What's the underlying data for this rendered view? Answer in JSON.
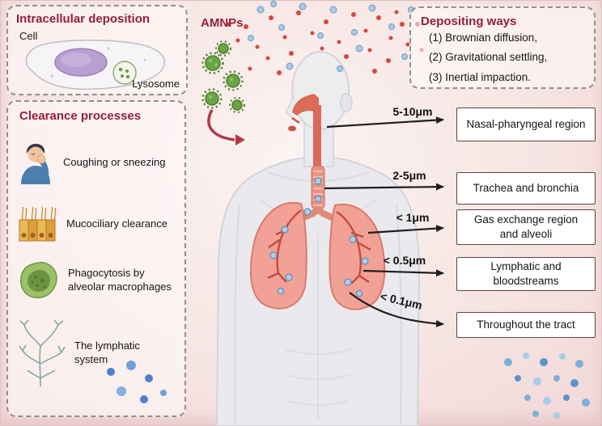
{
  "colors": {
    "heading_red": "#94203a",
    "region_box_border": "#5f4444",
    "arrow_black": "#1f1f1f",
    "lung_pink": "#f2a196",
    "particle_red": "#d4493e",
    "particle_blue": "#a9c9e6",
    "virus_green": "#6aa544",
    "background_pink": "#f7e7e5"
  },
  "intracellular_box": {
    "title": "Intracellular deposition",
    "cell_label": "Cell",
    "lysosome_label": "Lysosome"
  },
  "amnps": {
    "label": "AMNPs"
  },
  "depositing_box": {
    "title": "Depositing ways",
    "items": [
      "(1) Brownian diffusion,",
      "(2) Gravitational settling,",
      "(3) Inertial impaction."
    ]
  },
  "clearance_box": {
    "title": "Clearance processes",
    "items": [
      {
        "icon": "coughing-person-icon",
        "label": "Coughing or sneezing"
      },
      {
        "icon": "cilia-epithelium-icon",
        "label": "Mucociliary clearance"
      },
      {
        "icon": "macrophage-icon",
        "label": "Phagocytosis by alveolar macrophages"
      },
      {
        "icon": "lymphatic-vessels-icon",
        "label": "The lymphatic system"
      }
    ]
  },
  "deposition_regions": [
    {
      "size": "5-10μm",
      "label": "Nasal-pharyngeal region"
    },
    {
      "size": "2-5μm",
      "label": "Trachea and bronchia"
    },
    {
      "size": "< 1μm",
      "label": "Gas exchange region and alveoli"
    },
    {
      "size": "< 0.5μm",
      "label": "Lymphatic and bloodstreams"
    },
    {
      "size": "< 0.1μm",
      "label": "Throughout the tract"
    }
  ]
}
